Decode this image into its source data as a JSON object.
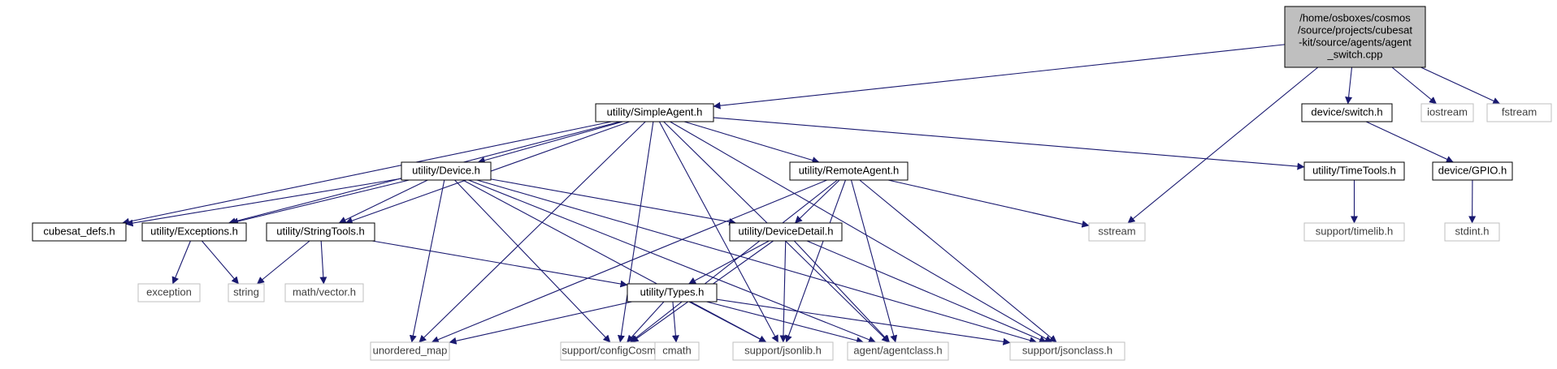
{
  "colors": {
    "edge": "#191970",
    "root_fill": "#bfbfbf",
    "node_border": "#000000",
    "external_border": "#bfbfbf",
    "text": "#000000",
    "external_text": "#404040"
  },
  "nodes": [
    {
      "id": "root",
      "lines": [
        "/home/osboxes/cosmos",
        "/source/projects/cubesat",
        "-kit/source/agents/agent",
        "_switch.cpp"
      ],
      "kind": "root"
    },
    {
      "id": "simpleagent",
      "lines": [
        "utility/SimpleAgent.h"
      ],
      "kind": "normal"
    },
    {
      "id": "switch",
      "lines": [
        "device/switch.h"
      ],
      "kind": "normal"
    },
    {
      "id": "iostream",
      "lines": [
        "iostream"
      ],
      "kind": "external"
    },
    {
      "id": "fstream",
      "lines": [
        "fstream"
      ],
      "kind": "external"
    },
    {
      "id": "device",
      "lines": [
        "utility/Device.h"
      ],
      "kind": "normal"
    },
    {
      "id": "remoteagent",
      "lines": [
        "utility/RemoteAgent.h"
      ],
      "kind": "normal"
    },
    {
      "id": "timetools",
      "lines": [
        "utility/TimeTools.h"
      ],
      "kind": "normal"
    },
    {
      "id": "gpio",
      "lines": [
        "device/GPIO.h"
      ],
      "kind": "normal"
    },
    {
      "id": "cubesatdefs",
      "lines": [
        "cubesat_defs.h"
      ],
      "kind": "normal"
    },
    {
      "id": "exceptions",
      "lines": [
        "utility/Exceptions.h"
      ],
      "kind": "normal"
    },
    {
      "id": "stringtools",
      "lines": [
        "utility/StringTools.h"
      ],
      "kind": "normal"
    },
    {
      "id": "devicedetail",
      "lines": [
        "utility/DeviceDetail.h"
      ],
      "kind": "normal"
    },
    {
      "id": "sstream",
      "lines": [
        "sstream"
      ],
      "kind": "external"
    },
    {
      "id": "timelib",
      "lines": [
        "support/timelib.h"
      ],
      "kind": "external"
    },
    {
      "id": "stdint",
      "lines": [
        "stdint.h"
      ],
      "kind": "external"
    },
    {
      "id": "exception",
      "lines": [
        "exception"
      ],
      "kind": "external"
    },
    {
      "id": "string",
      "lines": [
        "string"
      ],
      "kind": "external"
    },
    {
      "id": "mathvector",
      "lines": [
        "math/vector.h"
      ],
      "kind": "external"
    },
    {
      "id": "types",
      "lines": [
        "utility/Types.h"
      ],
      "kind": "normal"
    },
    {
      "id": "unorderedmap",
      "lines": [
        "unordered_map"
      ],
      "kind": "external"
    },
    {
      "id": "configcosmos",
      "lines": [
        "support/configCosmos.h"
      ],
      "kind": "external"
    },
    {
      "id": "cmath",
      "lines": [
        "cmath"
      ],
      "kind": "external"
    },
    {
      "id": "jsonlib",
      "lines": [
        "support/jsonlib.h"
      ],
      "kind": "external"
    },
    {
      "id": "agentclass",
      "lines": [
        "agent/agentclass.h"
      ],
      "kind": "external"
    },
    {
      "id": "jsonclass",
      "lines": [
        "support/jsonclass.h"
      ],
      "kind": "external"
    }
  ],
  "edges": [
    [
      "root",
      "simpleagent"
    ],
    [
      "root",
      "switch"
    ],
    [
      "root",
      "iostream"
    ],
    [
      "root",
      "fstream"
    ],
    [
      "root",
      "sstream"
    ],
    [
      "switch",
      "gpio"
    ],
    [
      "gpio",
      "stdint"
    ],
    [
      "timetools",
      "timelib"
    ],
    [
      "simpleagent",
      "device"
    ],
    [
      "simpleagent",
      "remoteagent"
    ],
    [
      "simpleagent",
      "timetools"
    ],
    [
      "simpleagent",
      "cubesatdefs"
    ],
    [
      "simpleagent",
      "exceptions"
    ],
    [
      "simpleagent",
      "stringtools"
    ],
    [
      "simpleagent",
      "unorderedmap"
    ],
    [
      "simpleagent",
      "configcosmos"
    ],
    [
      "simpleagent",
      "jsonlib"
    ],
    [
      "simpleagent",
      "agentclass"
    ],
    [
      "simpleagent",
      "jsonclass"
    ],
    [
      "device",
      "cubesatdefs"
    ],
    [
      "device",
      "exceptions"
    ],
    [
      "device",
      "stringtools"
    ],
    [
      "device",
      "devicedetail"
    ],
    [
      "device",
      "unorderedmap"
    ],
    [
      "device",
      "configcosmos"
    ],
    [
      "device",
      "jsonlib"
    ],
    [
      "device",
      "agentclass"
    ],
    [
      "device",
      "jsonclass"
    ],
    [
      "remoteagent",
      "devicedetail"
    ],
    [
      "remoteagent",
      "sstream"
    ],
    [
      "remoteagent",
      "unorderedmap"
    ],
    [
      "remoteagent",
      "configcosmos"
    ],
    [
      "remoteagent",
      "jsonlib"
    ],
    [
      "remoteagent",
      "agentclass"
    ],
    [
      "remoteagent",
      "jsonclass"
    ],
    [
      "exceptions",
      "exception"
    ],
    [
      "exceptions",
      "string"
    ],
    [
      "stringtools",
      "string"
    ],
    [
      "stringtools",
      "mathvector"
    ],
    [
      "stringtools",
      "types"
    ],
    [
      "devicedetail",
      "types"
    ],
    [
      "devicedetail",
      "configcosmos"
    ],
    [
      "devicedetail",
      "jsonlib"
    ],
    [
      "devicedetail",
      "agentclass"
    ],
    [
      "devicedetail",
      "jsonclass"
    ],
    [
      "types",
      "unorderedmap"
    ],
    [
      "types",
      "configcosmos"
    ],
    [
      "types",
      "cmath"
    ],
    [
      "types",
      "jsonlib"
    ],
    [
      "types",
      "agentclass"
    ],
    [
      "types",
      "jsonclass"
    ]
  ]
}
